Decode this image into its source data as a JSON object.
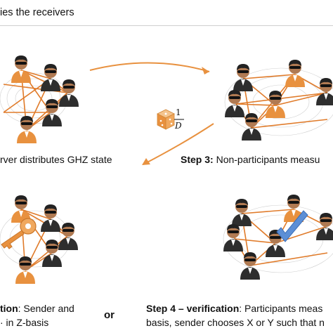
{
  "header": {
    "title": "ies the receivers"
  },
  "panels": {
    "top_left": {
      "caption": "rver distributes GHZ state"
    },
    "top_right": {
      "caption_bold": "Step 3:",
      "caption_rest": " Non-participants measu"
    },
    "bottom_left": {
      "line1_bold": "tion",
      "line1_rest": ": Sender and",
      "line2": "· in Z-basis"
    },
    "bottom_right": {
      "line1_bold": "Step 4 – verification",
      "line1_rest": ": Participants meas",
      "line2": "basis, sender chooses X or Y such that n"
    }
  },
  "probability": {
    "numerator": "1",
    "denominator": "D"
  },
  "connector": {
    "or": "or"
  },
  "colors": {
    "orange": "#e8913f",
    "link": "#e07b2a",
    "agent_dark": "#3a3a3a",
    "skin": "#b07a52",
    "check": "#5c8fd6",
    "key": "#e8913f"
  },
  "icons": [
    "dice-icon",
    "key-icon",
    "checkmark-icon"
  ]
}
